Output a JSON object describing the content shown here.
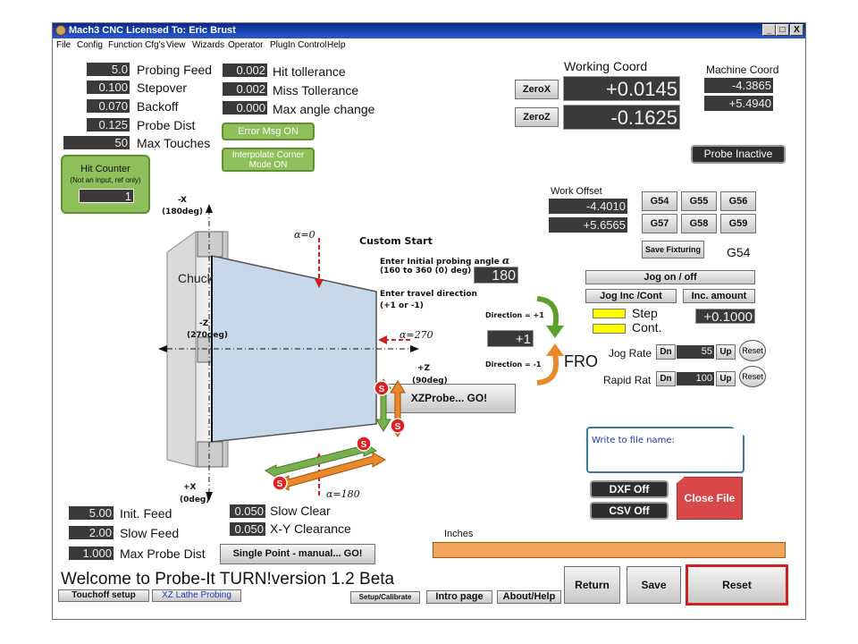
{
  "window": {
    "title": "Mach3 CNC  Licensed To: Eric Brust",
    "controls": [
      "_",
      "□",
      "X"
    ]
  },
  "menu": [
    "File",
    "Config",
    "Function Cfg's",
    "View",
    "Wizards",
    "Operator",
    "PlugIn Control",
    "Help"
  ],
  "params_left": [
    {
      "value": "5.0",
      "label": "Probing Feed"
    },
    {
      "value": "0.100",
      "label": "Stepover"
    },
    {
      "value": "0.070",
      "label": "Backoff"
    },
    {
      "value": "0.125",
      "label": "Probe Dist"
    },
    {
      "value": "50",
      "label": "Max Touches"
    }
  ],
  "params_mid": [
    {
      "value": "0.002",
      "label": "Hit tollerance"
    },
    {
      "value": "0.002",
      "label": "Miss Tollerance"
    },
    {
      "value": "0.000",
      "label": "Max angle change"
    }
  ],
  "buttons": {
    "error_msg": "Error Msg ON",
    "interp_corner": "Interpolate Corner Mode ON",
    "zero_x": "ZeroX",
    "zero_z": "ZeroZ",
    "probe_inactive": "Probe Inactive",
    "g54": "G54",
    "g55": "G55",
    "g56": "G56",
    "g57": "G57",
    "g58": "G58",
    "g59": "G59",
    "save_fixturing": "Save Fixturing",
    "jog_onoff": "Jog on / off",
    "jog_inc_cont": "Jog Inc /Cont",
    "inc_amount": "Inc. amount",
    "jog_dn": "Dn",
    "jog_up": "Up",
    "jog_reset": "Reset",
    "rapid_dn": "Dn",
    "rapid_up": "Up",
    "rapid_reset": "Reset",
    "xzprobe_go": "XZProbe... GO!",
    "single_point_go": "Single Point - manual... GO!",
    "dxf_off": "DXF Off",
    "csv_off": "CSV Off",
    "close_file": "Close File",
    "return": "Return",
    "save": "Save",
    "reset": "Reset"
  },
  "hit_counter": {
    "title": "Hit Counter",
    "subtitle": "(Not an input, ref only)",
    "value": "1"
  },
  "working_coord": {
    "label": "Working Coord",
    "x": "+0.0145",
    "z": "-0.1625"
  },
  "machine_coord": {
    "label": "Machine Coord",
    "x": "-4.3865",
    "z": "+5.4940"
  },
  "work_offset": {
    "label": "Work Offset",
    "x": "-4.4010",
    "z": "+5.6565",
    "current_fixture": "G54"
  },
  "jog": {
    "step_label": "Step",
    "cont_label": "Cont.",
    "inc_value": "+0.1000",
    "jog_rate_label": "Jog Rate",
    "jog_rate": "55",
    "rapid_rate_label": "Rapid Rat",
    "rapid_rate": "100",
    "fro_label": "FRO"
  },
  "custom_start": {
    "title": "Custom Start",
    "angle_prompt_1": "Enter Initial probing angle",
    "angle_symbol": "α",
    "angle_prompt_2": "(160 to 360 (0) deg)",
    "angle_value": "180",
    "dir_prompt_1": "Enter travel direction",
    "dir_prompt_2": "(+1 or -1)",
    "dir_plus": "Direction = +1",
    "dir_minus": "Direction = -1",
    "dir_value": "+1"
  },
  "diagram": {
    "chuck": "Chuck",
    "neg_x": "-X",
    "neg_x_deg": "(180deg)",
    "pos_x": "+X",
    "pos_x_deg": "(0deg)",
    "neg_z": "-Z",
    "neg_z_deg": "(270deg)",
    "pos_z": "+Z",
    "pos_z_deg": "(90deg)",
    "alpha0": "α=0",
    "alpha270": "α=270",
    "alpha180": "α=180",
    "s_marker": "S"
  },
  "file": {
    "write_label": "Write to file name:",
    "units": "Inches"
  },
  "feeds": [
    {
      "value": "5.00",
      "label": "Init. Feed"
    },
    {
      "value": "2.00",
      "label": "Slow Feed"
    },
    {
      "value": "1.000",
      "label": "Max Probe Dist"
    }
  ],
  "clears": [
    {
      "value": "0.050",
      "label": "Slow Clear"
    },
    {
      "value": "0.050",
      "label": "X-Y Clearance"
    }
  ],
  "welcome": "Welcome to Probe-It TURN!version 1.2 Beta",
  "tabs": [
    "Touchoff setup",
    "XZ Lathe Probing",
    "Setup/Calibrate",
    "Intro page",
    "About/Help"
  ]
}
